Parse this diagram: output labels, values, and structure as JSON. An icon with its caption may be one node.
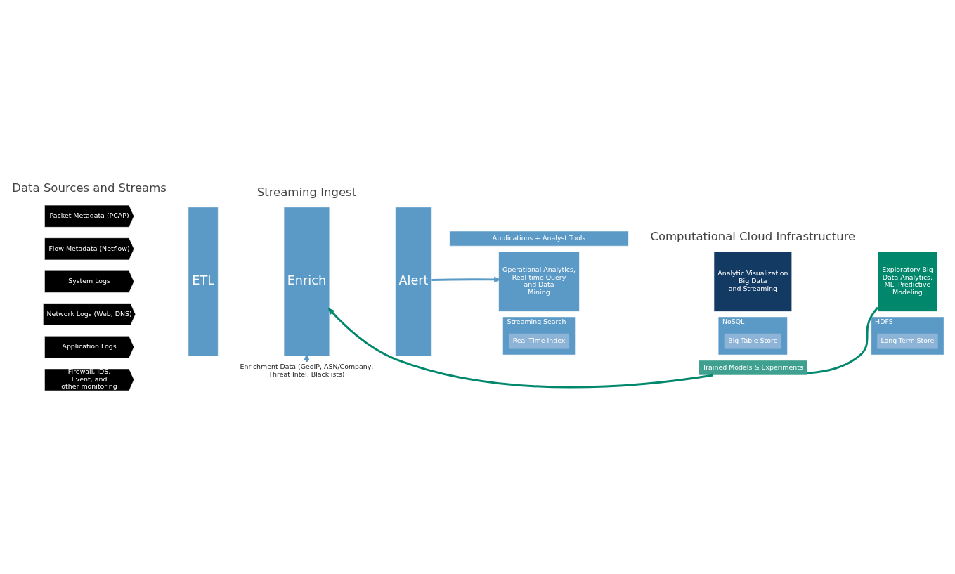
{
  "diagram": {
    "nodes": [
      {
        "text": [
          "Packet Metadata (PCAP)"
        ]
      },
      {
        "text": [
          "Flow Metadata (Netflow)"
        ]
      },
      {
        "text": [
          "System Logs"
        ]
      },
      {
        "text": [
          "Network Logs (Web, DNS)"
        ]
      },
      {
        "text": [
          "Application Logs"
        ]
      },
      {
        "text": [
          "Firewall, IDS, Event, and other monitoring"
        ]
      },
      {
        "text": [
          "ETL"
        ]
      },
      {
        "text": [
          "Enrich"
        ]
      },
      {
        "text": [
          "Alert"
        ]
      },
      {
        "text": [
          "Applications + Analyst Tools"
        ]
      },
      {
        "text": [
          "Operational Analytics, Real-time Query and Data Mining"
        ]
      },
      {
        "text": [
          "Analytic Visualization Big Data and Streaming"
        ]
      },
      {
        "text": [
          "Exploratory Big Data Analytics, ML, Predictive Modeling"
        ]
      },
      {
        "text": [
          "Streaming Search"
        ]
      },
      {
        "text": [
          "Real-Time Index"
        ],
        "in": 13
      },
      {
        "text": [
          "NoSQL"
        ]
      },
      {
        "text": [
          "Big Table Store"
        ],
        "in": 15
      },
      {
        "text": [
          "HDFS"
        ]
      },
      {
        "text": [
          "Long-Term Store"
        ],
        "in": 17
      },
      {
        "text": [
          "Trained Models & Experiments"
        ]
      },
      {
        "text": [
          "Enrichment Data (GeoIP, ASN/Company, Threat Intel, Blacklists)"
        ]
      }
    ],
    "edges": [
      {
        "from": 8,
        "to": 10,
        "arrow": "to"
      },
      {
        "from": 20,
        "to": 7,
        "arrow": "to"
      },
      {
        "from": 12,
        "to": 19,
        "arrow": "none",
        "color": "#00876c"
      },
      {
        "from": 19,
        "to": 7,
        "arrow": "to",
        "color": "#00876c"
      }
    ],
    "labels": [
      "Data Sources and Streams",
      "Streaming Ingest",
      "Computational Cloud Infrastructure"
    ]
  }
}
